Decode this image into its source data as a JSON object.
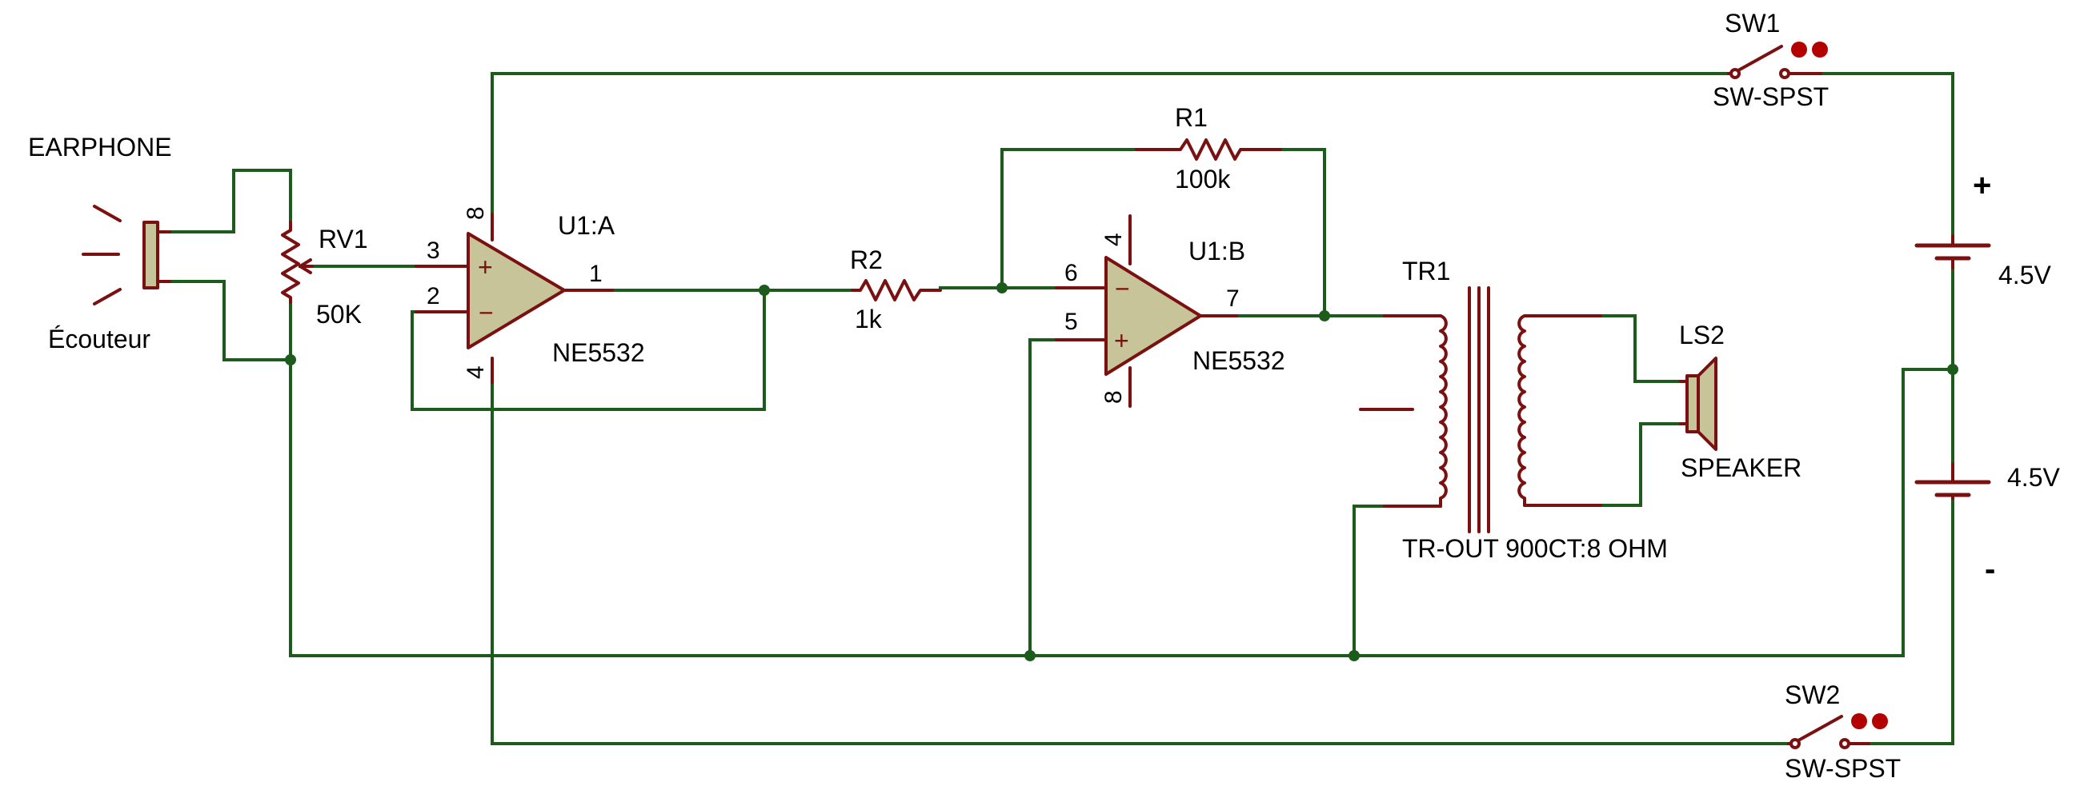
{
  "colors": {
    "wire": "#1d5b1d",
    "component": "#7a1010",
    "opamp_fill": "#c8c49a",
    "switch_indicator": "#b30000",
    "background": "#ffffff",
    "text": "#000000"
  },
  "components": {
    "earphone": {
      "ref": "EARPHONE",
      "value": "Écouteur"
    },
    "rv1": {
      "ref": "RV1",
      "value": "50K"
    },
    "u1a": {
      "ref": "U1:A",
      "value": "NE5532",
      "pin_noninv": "3",
      "pin_inv": "2",
      "pin_out": "1",
      "pin_vplus": "8",
      "pin_vminus": "4",
      "sign_plus": "+",
      "sign_minus": "−"
    },
    "r2": {
      "ref": "R2",
      "value": "1k"
    },
    "r1": {
      "ref": "R1",
      "value": "100k"
    },
    "u1b": {
      "ref": "U1:B",
      "value": "NE5532",
      "pin_inv": "6",
      "pin_noninv": "5",
      "pin_out": "7",
      "pin_vplus": "4",
      "pin_vminus": "8",
      "sign_plus": "+",
      "sign_minus": "−"
    },
    "tr1": {
      "ref": "TR1",
      "value": "TR-OUT 900CT:8 OHM"
    },
    "ls2": {
      "ref": "LS2",
      "value": "SPEAKER"
    },
    "sw1": {
      "ref": "SW1",
      "value": "SW-SPST"
    },
    "sw2": {
      "ref": "SW2",
      "value": "SW-SPST"
    },
    "battery_top": {
      "value": "4.5V"
    },
    "battery_bottom": {
      "value": "4.5V"
    }
  },
  "polarity": {
    "plus": "+",
    "minus": "-"
  }
}
